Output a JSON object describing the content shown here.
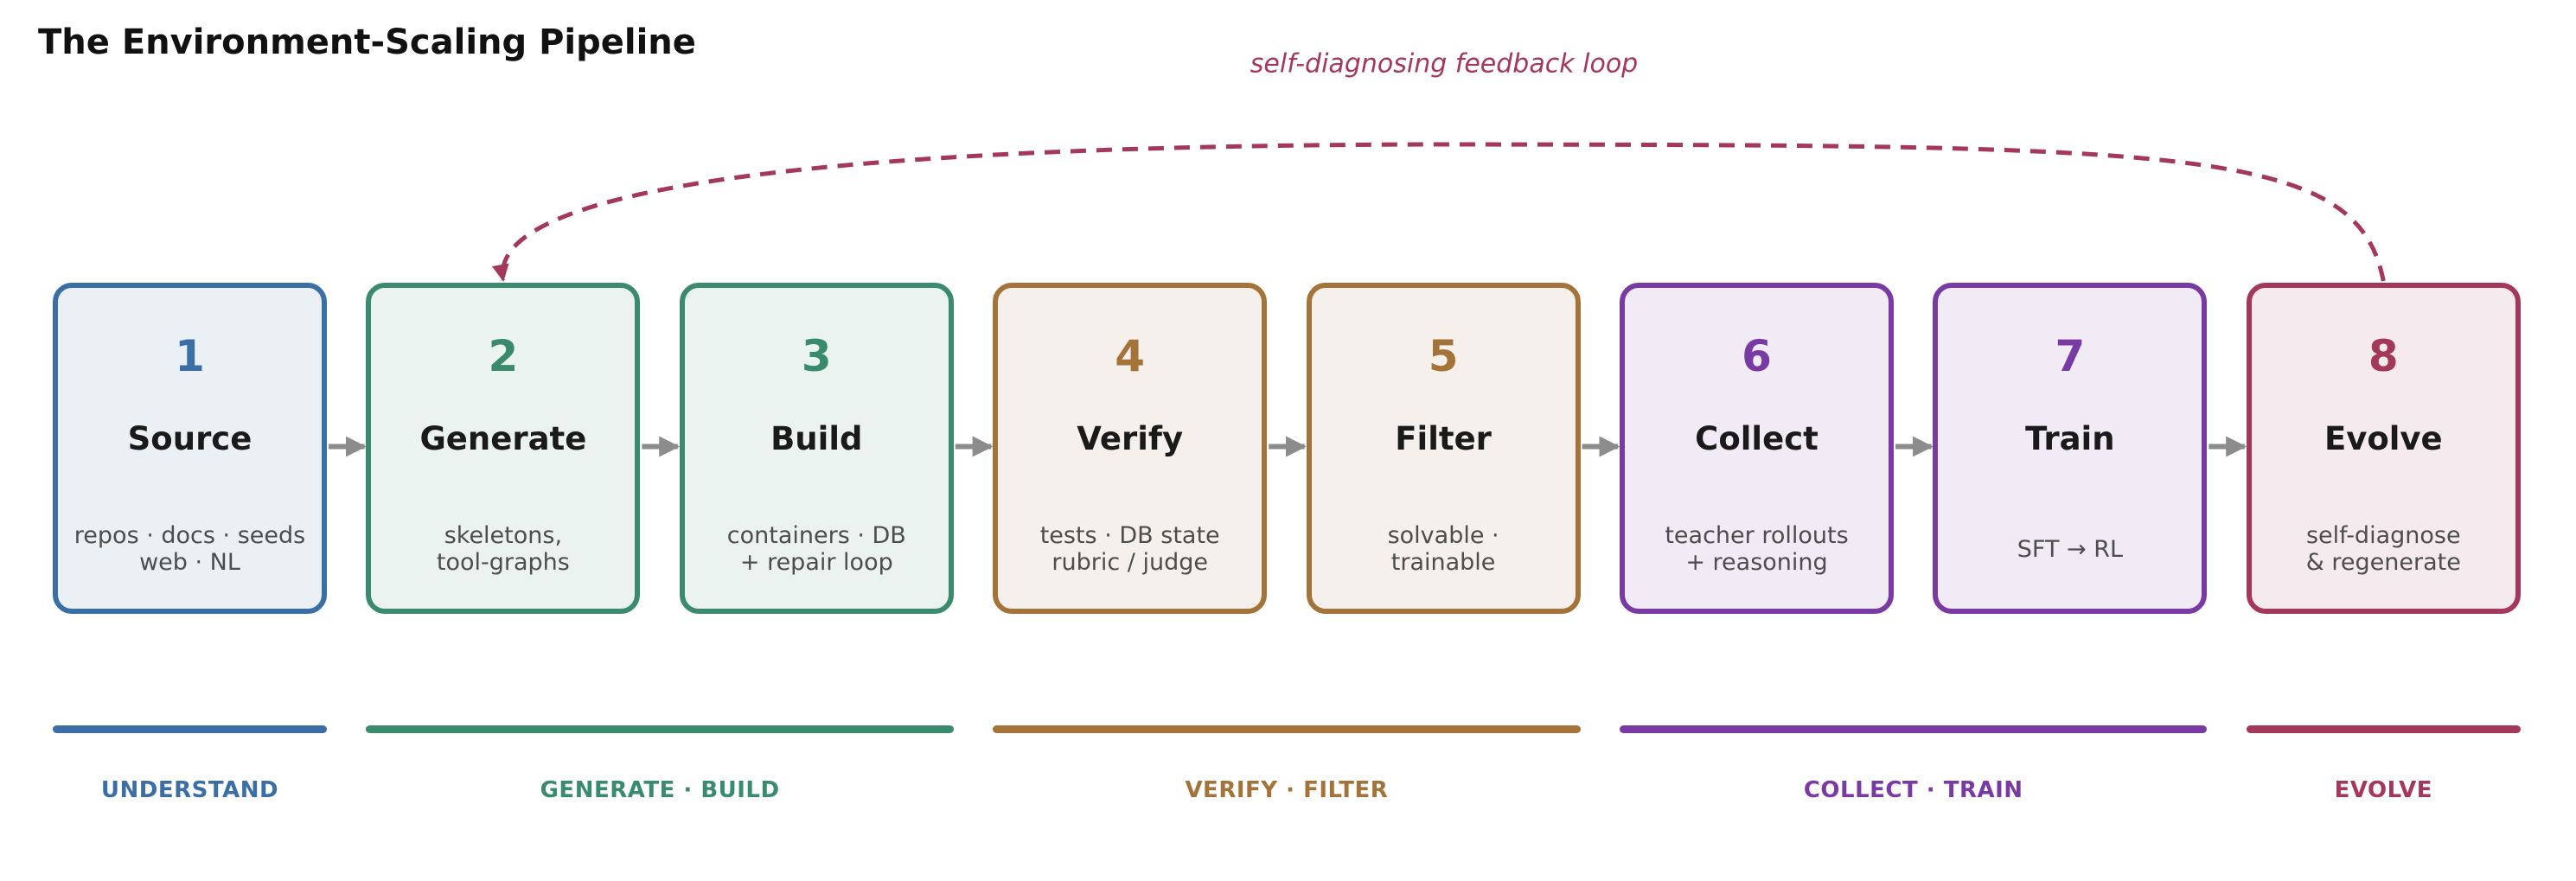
{
  "title": "The Environment-Scaling Pipeline",
  "feedback_loop": {
    "label": "self-diagnosing feedback loop",
    "from": 8,
    "to": 2,
    "color": "#a3385a"
  },
  "arrow_color": "#8c8c8c",
  "stages": [
    {
      "num": "1",
      "name": "Source",
      "desc": "repos · docs · seeds\nweb · NL",
      "color": "#3a6ea5",
      "fill": "#ebf0f5"
    },
    {
      "num": "2",
      "name": "Generate",
      "desc": "skeletons,\ntool-graphs",
      "color": "#3a8a6e",
      "fill": "#ebf3f0"
    },
    {
      "num": "3",
      "name": "Build",
      "desc": "containers · DB\n+ repair loop",
      "color": "#3a8a6e",
      "fill": "#ebf3f0"
    },
    {
      "num": "4",
      "name": "Verify",
      "desc": "tests · DB state\nrubric / judge",
      "color": "#a3733a",
      "fill": "#f5f0eb"
    },
    {
      "num": "5",
      "name": "Filter",
      "desc": "solvable ·\ntrainable",
      "color": "#a3733a",
      "fill": "#f5f0eb"
    },
    {
      "num": "6",
      "name": "Collect",
      "desc": "teacher rollouts\n+ reasoning",
      "color": "#7a3aa3",
      "fill": "#f0ebf5"
    },
    {
      "num": "7",
      "name": "Train",
      "desc": "SFT → RL",
      "color": "#7a3aa3",
      "fill": "#f0ebf5"
    },
    {
      "num": "8",
      "name": "Evolve",
      "desc": "self-diagnose\n& regenerate",
      "color": "#a3385a",
      "fill": "#f5ebee"
    }
  ],
  "phases": [
    {
      "label": "UNDERSTAND",
      "color": "#3a6ea5",
      "start": 1,
      "end": 1
    },
    {
      "label": "GENERATE · BUILD",
      "color": "#3a8a6e",
      "start": 2,
      "end": 3
    },
    {
      "label": "VERIFY · FILTER",
      "color": "#a3733a",
      "start": 4,
      "end": 5
    },
    {
      "label": "COLLECT · TRAIN",
      "color": "#7a3aa3",
      "start": 6,
      "end": 7
    },
    {
      "label": "EVOLVE",
      "color": "#a3385a",
      "start": 8,
      "end": 8
    }
  ]
}
